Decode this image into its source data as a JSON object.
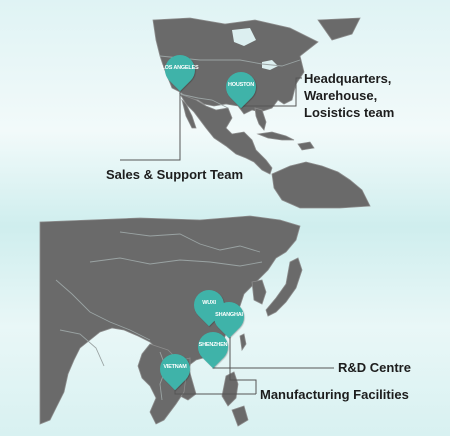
{
  "colors": {
    "land": "#6a6a6a",
    "pin": "#3fb3a9",
    "background": "#dff3f4",
    "text": "#1d1d1d"
  },
  "map_top": {
    "region": "North America",
    "pins": [
      {
        "id": "los-angeles",
        "label": "LOS ANGELES"
      },
      {
        "id": "houston",
        "label": "HOUSTON"
      }
    ],
    "callouts": {
      "hq_lines": [
        "Headquarters,",
        "Warehouse,",
        "Losistics team"
      ],
      "sales": "Sales & Support Team"
    }
  },
  "map_bottom": {
    "region": "East Asia",
    "pins": [
      {
        "id": "wuxi",
        "label": "WUXI"
      },
      {
        "id": "shanghai",
        "label": "SHANGHAI"
      },
      {
        "id": "shenzhen",
        "label": "SHENZHEN"
      },
      {
        "id": "vietnam",
        "label": "VIETNAM"
      }
    ],
    "callouts": {
      "rd": "R&D Centre",
      "manufacturing": "Manufacturing Facilities"
    }
  }
}
